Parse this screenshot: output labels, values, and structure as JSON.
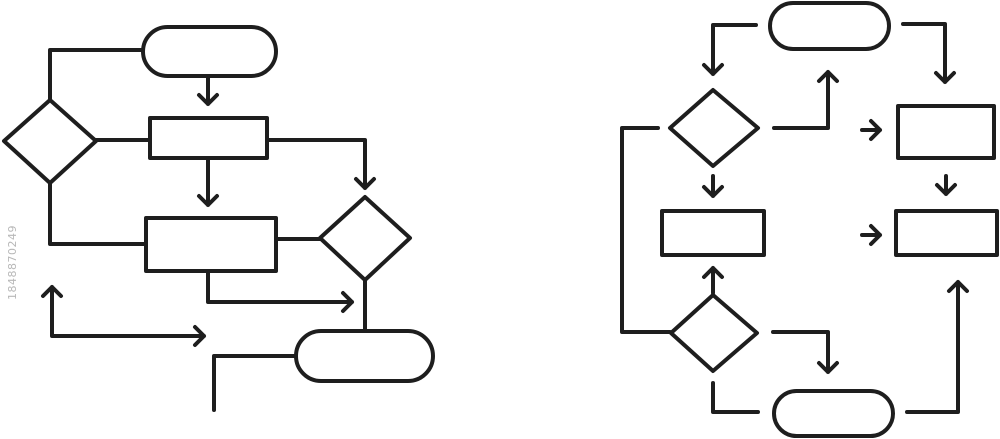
{
  "watermark": {
    "text": "1848870249"
  },
  "colors": {
    "stroke": "#1e1e1e",
    "background": "#ffffff",
    "watermark": "#b8b8b8"
  },
  "diagrams": [
    {
      "name": "left-flowchart",
      "shapes": [
        "terminator",
        "process",
        "process",
        "decision",
        "decision",
        "terminator"
      ]
    },
    {
      "name": "right-flowchart",
      "shapes": [
        "terminator",
        "decision",
        "decision",
        "process",
        "process",
        "process",
        "terminator"
      ]
    }
  ]
}
